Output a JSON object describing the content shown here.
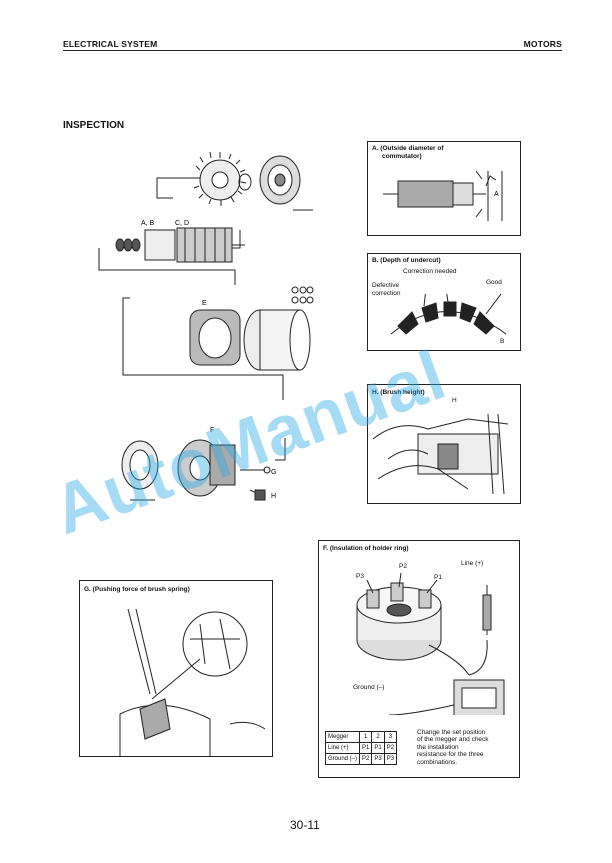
{
  "header": {
    "left": "ELECTRICAL SYSTEM",
    "right": "MOTORS"
  },
  "section_title": "INSPECTION",
  "exploded_view": {
    "labels": [
      "A, B",
      "C, D",
      "E",
      "F",
      "G",
      "H"
    ]
  },
  "box_a": {
    "caption_line1": "A. (Outside diameter of",
    "caption_line2": "commutator)",
    "dim_label": "A"
  },
  "box_b": {
    "caption": "B. (Depth of undercut)",
    "correction": "Correction needed",
    "defective_line1": "Defective",
    "defective_line2": "correction",
    "good": "Good",
    "b_label": "B"
  },
  "box_h": {
    "caption": "H. (Brush height)",
    "h_label": "H"
  },
  "box_f": {
    "caption": "F. (Insulation of holder ring)",
    "p1": "P1",
    "p2": "P2",
    "p3": "P3",
    "line": "Line (+)",
    "ground": "Ground (–)",
    "table": {
      "header": [
        "Megger",
        "1",
        "2",
        "3"
      ],
      "rows": [
        [
          "Line (+)",
          "P1",
          "P1",
          "P2"
        ],
        [
          "Ground (–)",
          "P2",
          "P3",
          "P3"
        ]
      ]
    },
    "note_lines": [
      "Change the set position",
      "of the megger and check",
      "the installation",
      "resistance for the three",
      "combinations."
    ]
  },
  "box_g": {
    "caption": "G. (Pushing force of brush spring)"
  },
  "page_number": "30-11",
  "watermark": "AutoManual"
}
